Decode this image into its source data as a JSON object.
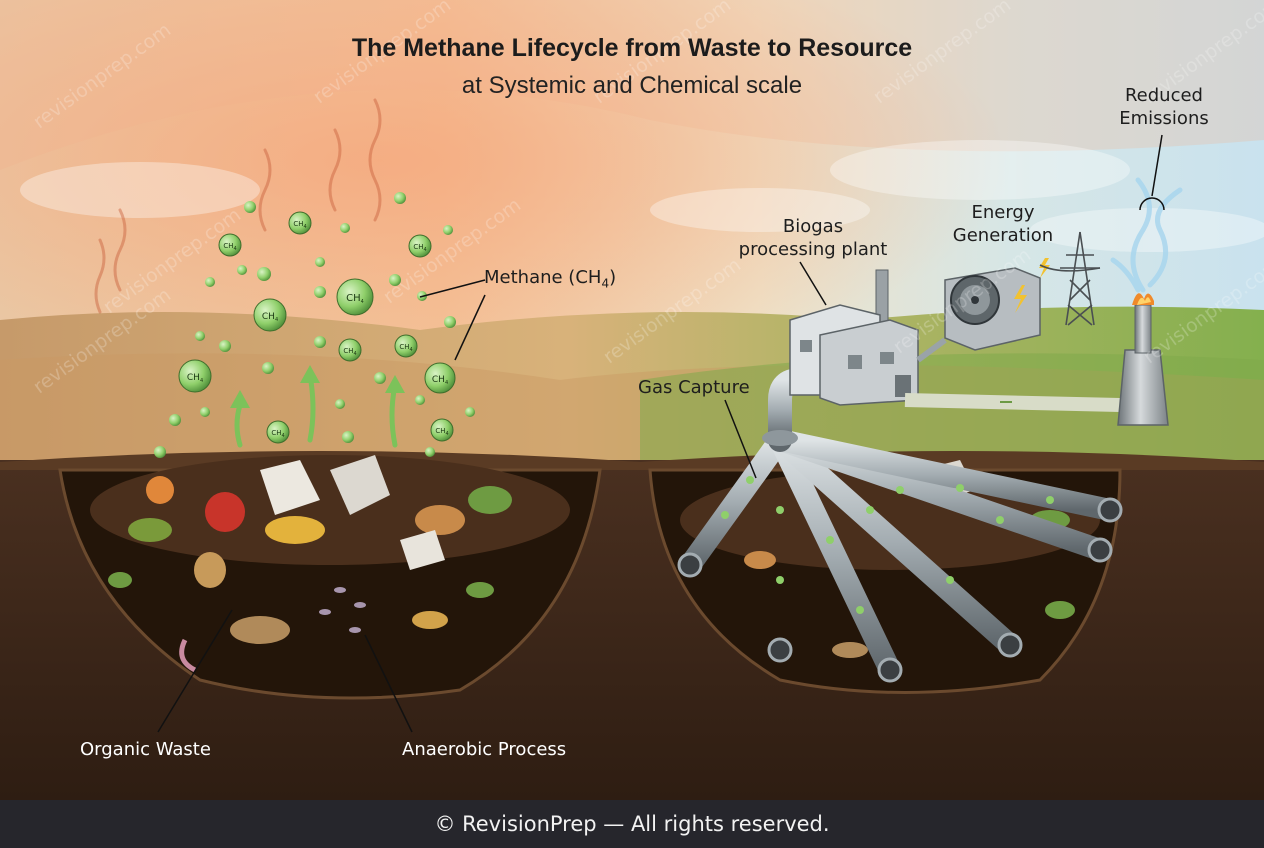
{
  "title": "The Methane Lifecycle from Waste to Resource",
  "subtitle": "at Systemic and Chemical scale",
  "labels": {
    "methane_prefix": "Methane (CH",
    "methane_sub": "4",
    "methane_suffix": ")",
    "organic_waste": "Organic Waste",
    "anaerobic_process": "Anaerobic Process",
    "gas_capture": "Gas Capture",
    "biogas_line1": "Biogas",
    "biogas_line2": "processing plant",
    "energy_line1": "Energy",
    "energy_line2": "Generation",
    "reduced_line1": "Reduced",
    "reduced_line2": "Emissions"
  },
  "bubble_text": "CH",
  "bubble_sub": "4",
  "watermark": "revisionprep.com",
  "footer": "© RevisionPrep — All rights reserved.",
  "colors": {
    "sky_warm": "#f2c79a",
    "sky_cool": "#cfe3ee",
    "grass": "#8fb45a",
    "soil": "#3b2617",
    "methane_bubble": "#8fcf6a",
    "pipe": "#9aa3a8",
    "flame": "#f08a2a"
  }
}
